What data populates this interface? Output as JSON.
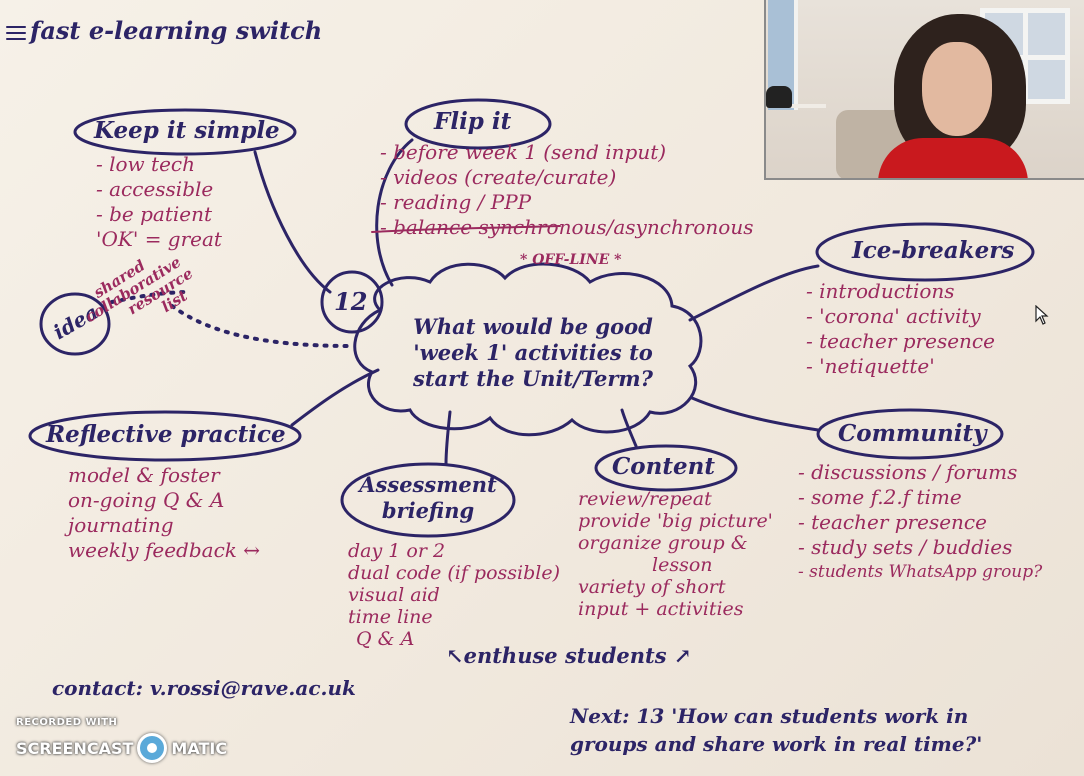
{
  "title": "fast e-learning switch",
  "episode_number": "12",
  "center_question": [
    "What would be good",
    "'week 1' activities to",
    "start the Unit/Term?"
  ],
  "keep_it_simple": {
    "heading": "Keep it simple",
    "items": [
      "- low tech",
      "- accessible",
      "- be patient",
      "'OK' = great"
    ]
  },
  "flip_it": {
    "heading": "Flip it",
    "items": [
      "- before week 1 (send input)",
      "- videos (create/curate)",
      "- reading / PPP",
      "- balance synchronous/asynchronous"
    ],
    "note": "* OFF-LINE *"
  },
  "ice_breakers": {
    "heading": "Ice-breakers",
    "items": [
      "- introductions",
      "- 'corona' activity",
      "- teacher presence",
      "- 'netiquette'"
    ]
  },
  "idea": {
    "heading": "idea",
    "lines": [
      "shared",
      "collaborative",
      "resource",
      "list"
    ]
  },
  "reflective_practice": {
    "heading": "Reflective practice",
    "items": [
      "model & foster",
      "on-going Q & A",
      "journating",
      "weekly feedback ↔"
    ]
  },
  "assessment_briefing": {
    "heading": [
      "Assessment",
      "briefing"
    ],
    "items": [
      "day 1 or 2",
      "dual code (if possible)",
      "visual aid",
      "time line",
      "Q & A"
    ]
  },
  "content": {
    "heading": "Content",
    "items": [
      "review/repeat",
      "provide 'big picture'",
      "organize group &",
      "lesson",
      "variety of short",
      "input + activities"
    ]
  },
  "community": {
    "heading": "Community",
    "items": [
      "- discussions / forums",
      "- some f.2.f time",
      "- teacher presence",
      "- study sets / buddies",
      "- students WhatsApp group?"
    ]
  },
  "enthuse": "↖enthuse students ↗",
  "contact": "contact: v.rossi@rave.ac.uk",
  "next": [
    "Next: 13 'How can students work in",
    "groups and share work in real time?'"
  ],
  "watermark": {
    "recorded_with": "RECORDED WITH",
    "brand_left": "SCREENCAST",
    "brand_right": "MATIC"
  },
  "colors": {
    "ink_navy": "#2c2466",
    "ink_magenta": "#9b2a5e",
    "board": "#f3ece2"
  }
}
